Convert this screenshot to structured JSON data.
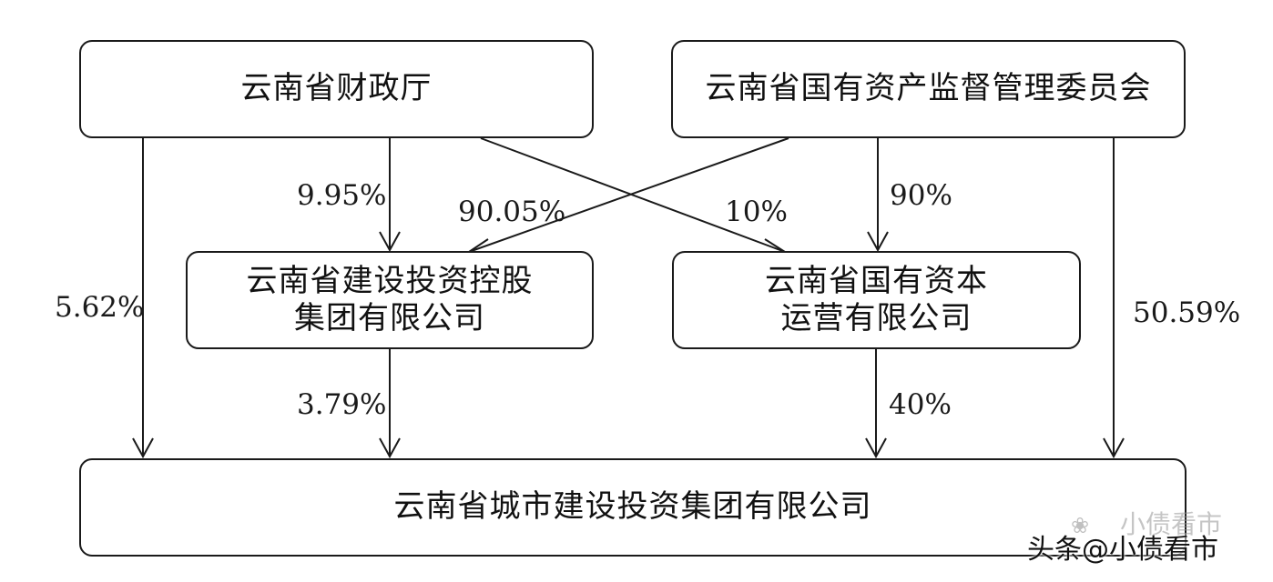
{
  "nodes": {
    "finance_dept": {
      "label": "云南省财政厅"
    },
    "sasac": {
      "label": "云南省国有资产监督管理委员会"
    },
    "construction_holding": {
      "line1": "云南省建设投资控股",
      "line2": "集团有限公司"
    },
    "state_capital": {
      "line1": "云南省国有资本",
      "line2": "运营有限公司"
    },
    "urban_construction": {
      "label": "云南省城市建设投资集团有限公司"
    }
  },
  "edges": {
    "finance_to_construction": "9.95%",
    "sasac_to_construction": "90.05%",
    "finance_to_state_capital": "10%",
    "sasac_to_state_capital": "90%",
    "finance_to_urban": "5.62%",
    "construction_to_urban": "3.79%",
    "state_capital_to_urban": "40%",
    "sasac_to_urban": "50.59%"
  },
  "watermark": {
    "ghost_text": "小债看市",
    "main_text": "头条@小债看市",
    "icon": "wechat-bubble-icon"
  },
  "colors": {
    "stroke": "#1a1a1a",
    "background": "#ffffff"
  }
}
